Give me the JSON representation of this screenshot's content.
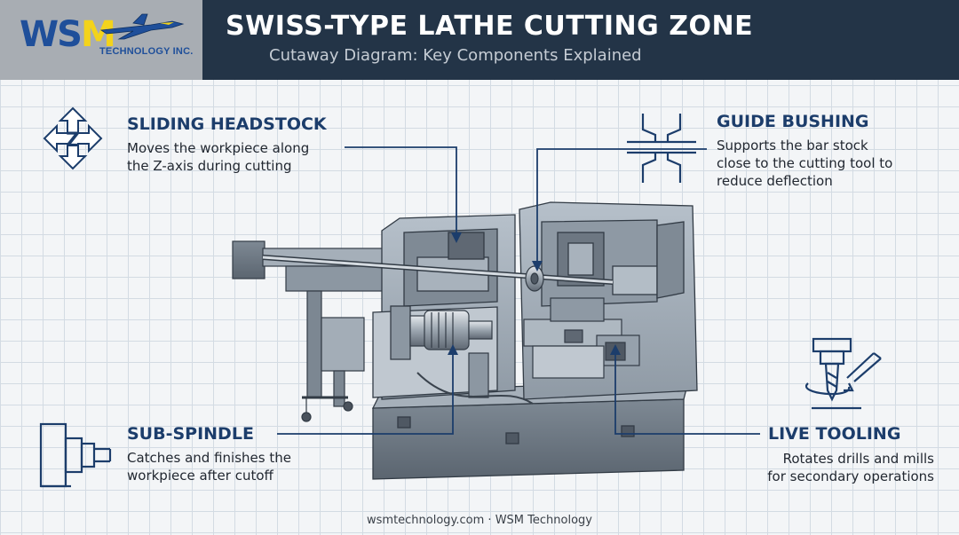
{
  "header": {
    "logo_text": "WSM",
    "logo_subtext": "TECHNOLOGY INC.",
    "title": "SWISS-TYPE LATHE CUTTING ZONE",
    "subtitle": "Cutaway Diagram: Key Components Explained"
  },
  "callouts": {
    "sliding_headstock": {
      "title": "SLIDING HEADSTOCK",
      "description_line1": "Moves the workpiece along",
      "description_line2": "the Z-axis during cutting",
      "icon_label": "Z"
    },
    "guide_bushing": {
      "title": "GUIDE BUSHING",
      "description_line1": "Supports the bar stock",
      "description_line2": "close to the cutting tool to",
      "description_line3": "reduce deflection"
    },
    "sub_spindle": {
      "title": "SUB-SPINDLE",
      "description_line1": "Catches and finishes the",
      "description_line2": "workpiece after cutoff"
    },
    "live_tooling": {
      "title": "LIVE TOOLING",
      "description_line1": "Rotates drills and mills",
      "description_line2": "for secondary operations"
    }
  },
  "footer": {
    "text": "wsmtechnology.com · WSM Technology"
  },
  "colors": {
    "header_bg": "#233447",
    "accent_blue": "#1c3d6b",
    "machine_gray": "#9fa9b3",
    "logo_yellow": "#f3d31b"
  }
}
